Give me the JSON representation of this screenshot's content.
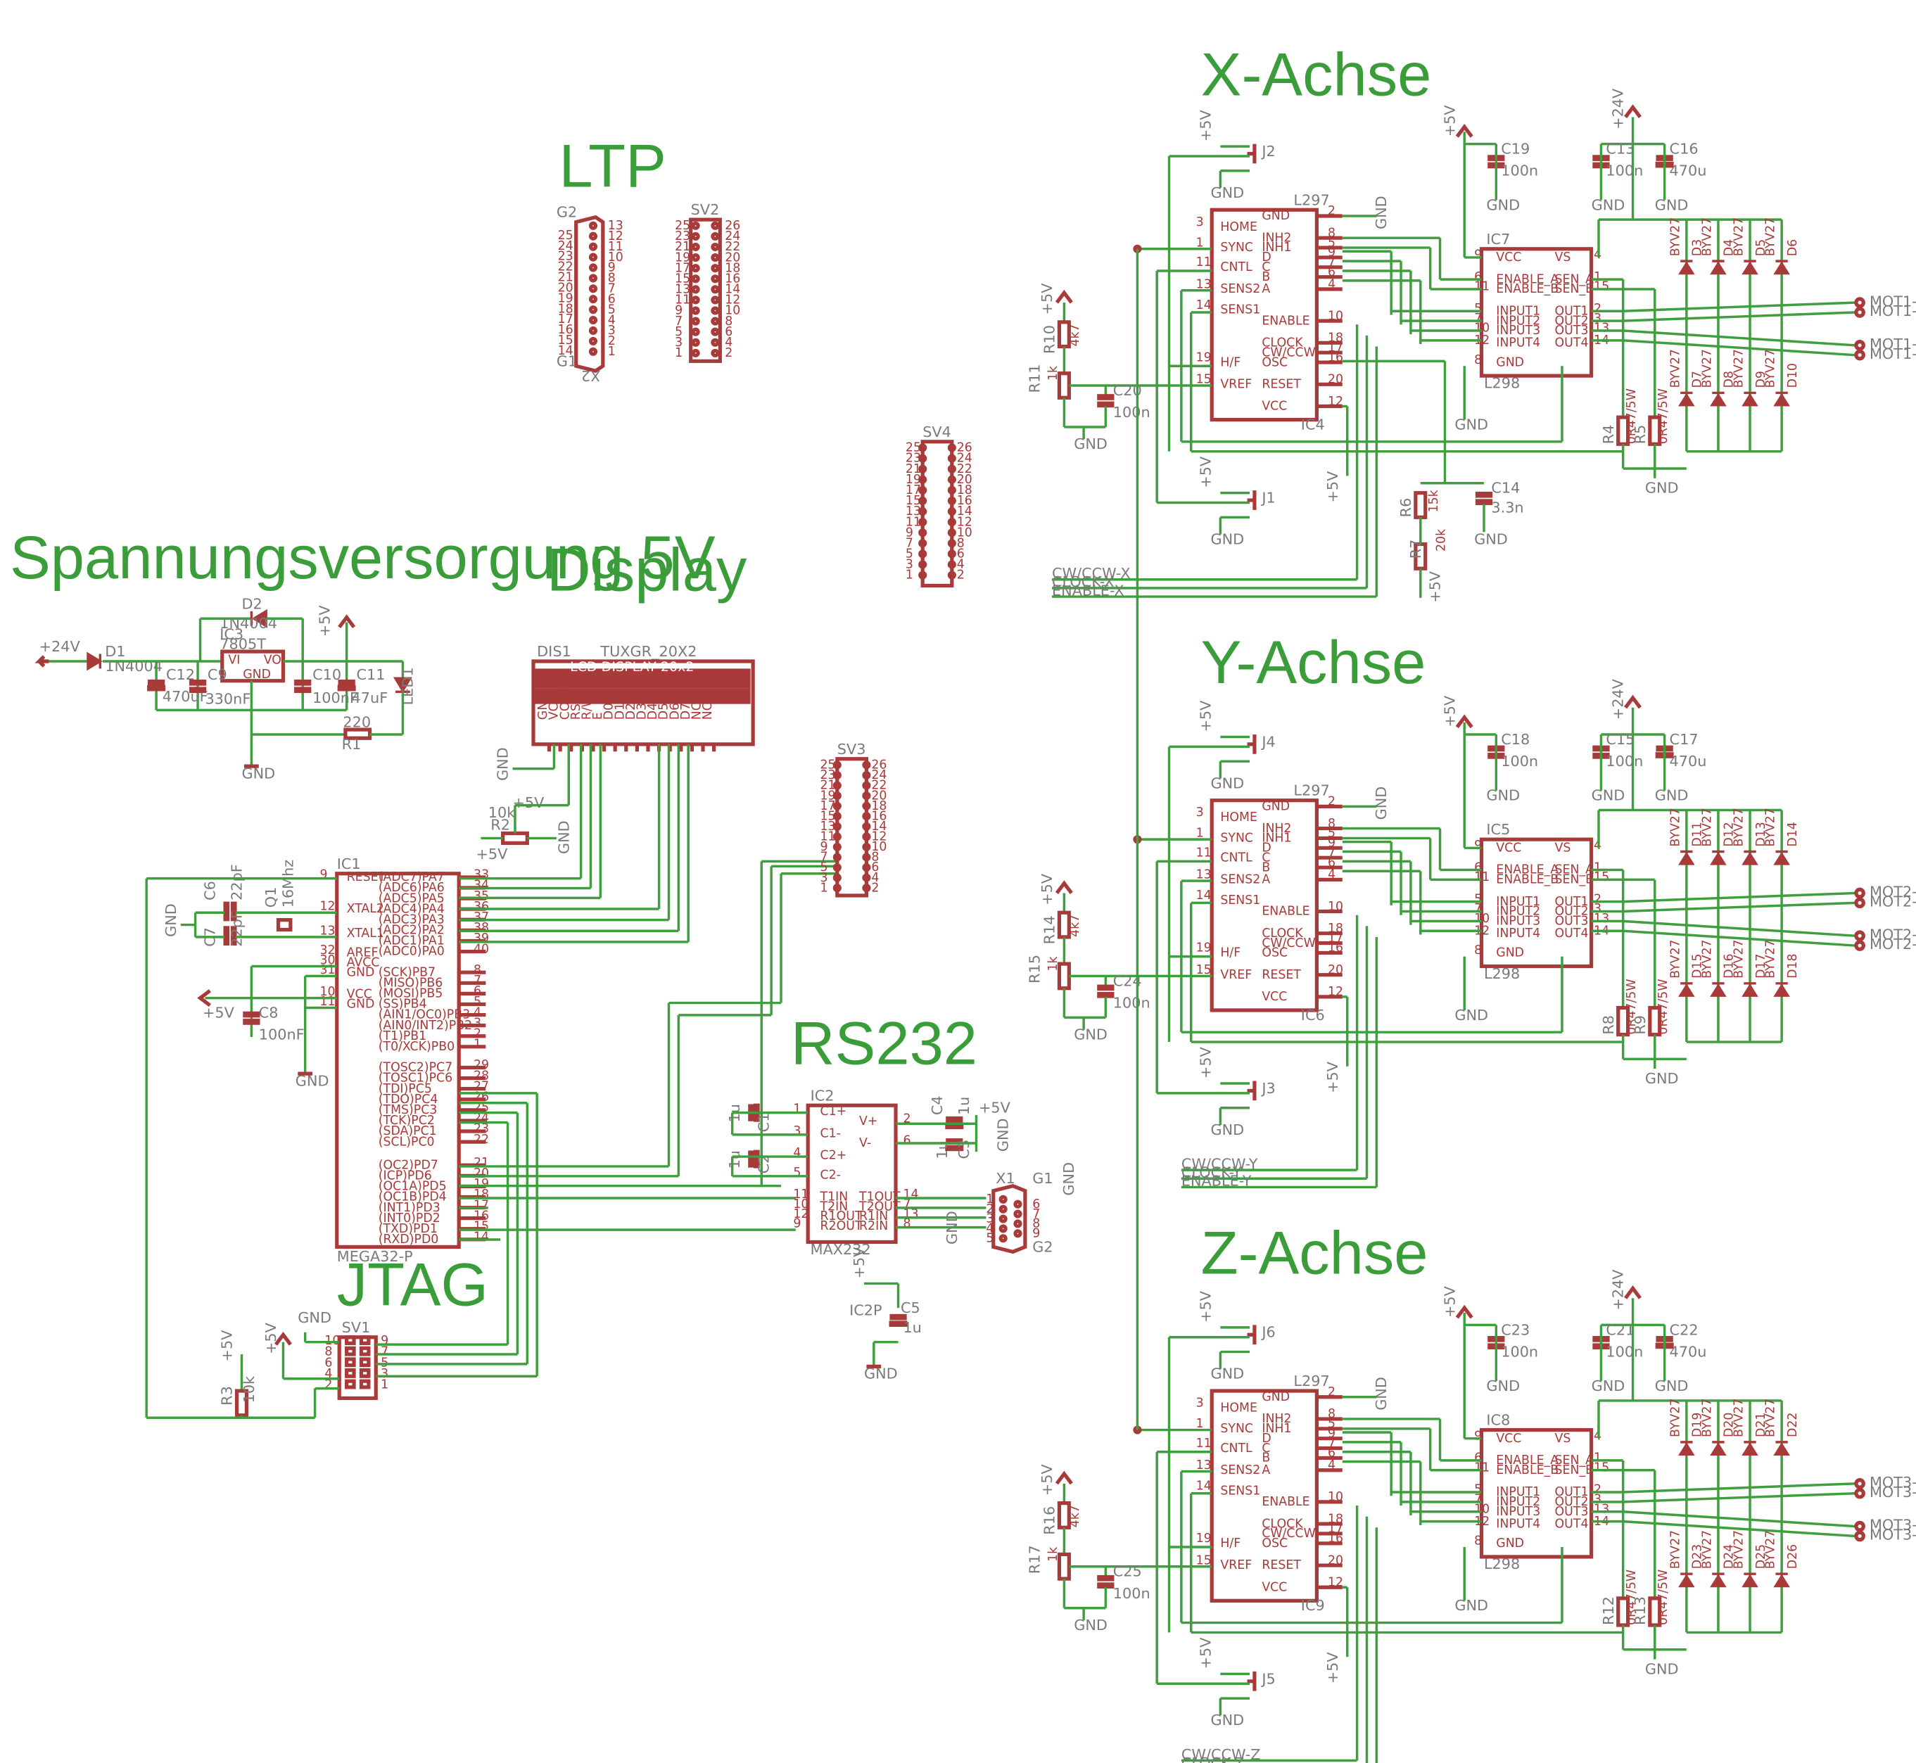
{
  "titles": {
    "ltp": "LTP",
    "power": "Spannungsversorgung 5V",
    "display": "Display",
    "rs232": "RS232",
    "jtag": "JTAG",
    "x_axis": "X-Achse",
    "y_axis": "Y-Achse",
    "z_axis": "Z-Achse"
  },
  "power": {
    "in": "+24V",
    "d1": "D1",
    "d1v": "1N4004",
    "d2": "D2",
    "d2v": "1N4004",
    "ic3": "IC3",
    "ic3v": "7805T",
    "vi": "VI",
    "vo": "VO",
    "gnd": "GND",
    "c12": "C12",
    "c12v": "470uF",
    "c9": "C9",
    "c9v": "330nF",
    "c10": "C10",
    "c10v": "100nF",
    "c11": "C11",
    "c11v": "47uF",
    "led": "LED1",
    "r1": "R1",
    "r1v": "220",
    "out": "+5V",
    "gndlbl": "GND"
  },
  "ltp": {
    "g2": "G2",
    "x2": "X2",
    "g1": "G1",
    "sv2": "SV2",
    "left_pins": [
      "25",
      "24",
      "23",
      "22",
      "21",
      "20",
      "19",
      "18",
      "17",
      "16",
      "15",
      "14"
    ],
    "right_pins": [
      "13",
      "12",
      "11",
      "10",
      "9",
      "8",
      "7",
      "6",
      "5",
      "4",
      "3",
      "2",
      "1"
    ],
    "sv_left": [
      "25",
      "23",
      "21",
      "19",
      "17",
      "15",
      "13",
      "11",
      "9",
      "7",
      "5",
      "3",
      "1"
    ],
    "sv_right": [
      "26",
      "24",
      "22",
      "20",
      "18",
      "16",
      "14",
      "12",
      "10",
      "8",
      "6",
      "4",
      "2"
    ]
  },
  "sv4": {
    "name": "SV4",
    "left": [
      "25",
      "23",
      "21",
      "19",
      "17",
      "15",
      "13",
      "11",
      "9",
      "7",
      "5",
      "3",
      "1"
    ],
    "right": [
      "26",
      "24",
      "22",
      "20",
      "18",
      "16",
      "14",
      "12",
      "10",
      "8",
      "6",
      "4",
      "2"
    ]
  },
  "display": {
    "dis": "DIS1",
    "type": "TUXGR_20X2",
    "lcd": "LCD DISPLAY 20x2",
    "pins": [
      "GND",
      "VCC",
      "CONTR",
      "RS",
      "R/W",
      "E",
      "D0",
      "D1",
      "D2",
      "D3",
      "D4",
      "D5",
      "D6",
      "D7",
      "NC",
      "NC"
    ],
    "r2": "R2",
    "r2v": "10k",
    "p5": "+5V",
    "gnd": "GND"
  },
  "mcu": {
    "name": "IC1",
    "type": "MEGA32-P",
    "left": [
      "RESET",
      "XTAL2",
      "XTAL1",
      "AREF",
      "AVCC",
      "GND",
      "VCC",
      "GND"
    ],
    "left_nums": [
      "9",
      "12",
      "13",
      "32",
      "30",
      "31",
      "10",
      "11"
    ],
    "right": [
      "(ADC7)PA7",
      "(ADC6)PA6",
      "(ADC5)PA5",
      "(ADC4)PA4",
      "(ADC3)PA3",
      "(ADC2)PA2",
      "(ADC1)PA1",
      "(ADC0)PA0",
      "(SCK)PB7",
      "(MISO)PB6",
      "(MOSI)PB5",
      "(SS)PB4",
      "(AIN1/OC0)PB3",
      "(AIN0/INT2)PB2",
      "(T1)PB1",
      "(T0/XCK)PB0",
      "(TOSC2)PC7",
      "(TOSC1)PC6",
      "(TDI)PC5",
      "(TDO)PC4",
      "(TMS)PC3",
      "(TCK)PC2",
      "(SDA)PC1",
      "(SCL)PC0",
      "(OC2)PD7",
      "(ICP)PD6",
      "(OC1A)PD5",
      "(OC1B)PD4",
      "(INT1)PD3",
      "(INT0)PD2",
      "(TXD)PD1",
      "(RXD)PD0"
    ],
    "right_nums": [
      "33",
      "34",
      "35",
      "36",
      "37",
      "38",
      "39",
      "40",
      "8",
      "7",
      "6",
      "5",
      "4",
      "3",
      "2",
      "1",
      "29",
      "28",
      "27",
      "26",
      "25",
      "24",
      "23",
      "22",
      "21",
      "20",
      "19",
      "18",
      "17",
      "16",
      "15",
      "14"
    ],
    "c6": "C6",
    "c6v": "22pF",
    "c7": "C7",
    "c7v": "22pF",
    "q1": "Q1",
    "q1v": "16Mhz",
    "c8": "C8",
    "c8v": "100nF",
    "gnd": "GND",
    "p5": "+5V"
  },
  "sv3": {
    "name": "SV3",
    "left": [
      "25",
      "23",
      "21",
      "19",
      "17",
      "15",
      "13",
      "11",
      "9",
      "7",
      "5",
      "3",
      "1"
    ],
    "right": [
      "26",
      "24",
      "22",
      "20",
      "18",
      "16",
      "14",
      "12",
      "10",
      "8",
      "6",
      "4",
      "2"
    ]
  },
  "rs232": {
    "ic": "IC2",
    "type": "MAX232",
    "left": [
      "C1+",
      "C1-",
      "C2+",
      "C2-",
      "T1IN",
      "T2IN",
      "R1OUT",
      "R2OUT"
    ],
    "left_nums": [
      "1",
      "3",
      "4",
      "5",
      "11",
      "10",
      "12",
      "9"
    ],
    "right": [
      "V+",
      "V-",
      "T1OUT",
      "T2OUT",
      "R1IN",
      "R2IN"
    ],
    "right_nums": [
      "2",
      "6",
      "14",
      "7",
      "13",
      "8"
    ],
    "c1": "C1",
    "c1v": "1u",
    "c2": "C2",
    "c2v": "1u",
    "c3": "C3",
    "c3v": "1u",
    "c4": "C4",
    "c4v": "1u",
    "c5": "C5",
    "c5v": "1u",
    "ic2p": "IC2P",
    "p5": "+5V",
    "gnd": "GND",
    "x1": "X1",
    "g1": "G1",
    "g2": "G2",
    "x1_left": [
      "1",
      "2",
      "3",
      "4",
      "5"
    ],
    "x1_right": [
      "6",
      "7",
      "8",
      "9"
    ]
  },
  "jtag": {
    "sv1": "SV1",
    "left": [
      "10",
      "8",
      "6",
      "4",
      "2"
    ],
    "right": [
      "9",
      "7",
      "5",
      "3",
      "1"
    ],
    "r3": "R3",
    "r3v": "10k",
    "p5": "+5V",
    "gnd": "GND"
  },
  "axes": [
    {
      "jtop": "J2",
      "jbot": "J1",
      "ic297": "IC4",
      "ic298": "IC7",
      "r_a": "R10",
      "r_av": "4k7",
      "r_b": "R11",
      "r_bv": "1k",
      "c_a": "C20",
      "c_av": "100n",
      "c_top1": "C19",
      "c_top1v": "100n",
      "c_top2": "C13",
      "c_top2v": "100n",
      "c_top3": "C16",
      "c_top3v": "470u",
      "r_s1": "R4",
      "r_s2": "R5",
      "r_sv": "0R47/5W",
      "diodes_top": [
        "D3",
        "D4",
        "D5",
        "D6"
      ],
      "diodes_bot": [
        "D7",
        "D8",
        "D9",
        "D10"
      ],
      "diode_type": "BYV27",
      "mot": [
        "MOT1-1",
        "MOT1-2",
        "MOT1-3",
        "MOT1-4"
      ],
      "signals": [
        "CW/CCW-X",
        "CLOCK-X",
        "ENABLE-X"
      ],
      "extra": {
        "r6": "R6",
        "r6v": "15k",
        "c14": "C14",
        "c14v": "3.3n",
        "r7": "R7",
        "r7v": "20k"
      }
    },
    {
      "jtop": "J4",
      "jbot": "J3",
      "ic297": "IC6",
      "ic298": "IC5",
      "r_a": "R14",
      "r_av": "4k7",
      "r_b": "R15",
      "r_bv": "1k",
      "c_a": "C24",
      "c_av": "100n",
      "c_top1": "C18",
      "c_top1v": "100n",
      "c_top2": "C15",
      "c_top2v": "100n",
      "c_top3": "C17",
      "c_top3v": "470u",
      "r_s1": "R8",
      "r_s2": "R9",
      "r_sv": "0R47/5W",
      "diodes_top": [
        "D11",
        "D12",
        "D13",
        "D14"
      ],
      "diodes_bot": [
        "D15",
        "D16",
        "D17",
        "D18"
      ],
      "diode_type": "BYV27",
      "mot": [
        "MOT2-1",
        "MOT2-2",
        "MOT2-3",
        "MOT2-4"
      ],
      "signals": [
        "CW/CCW-Y",
        "CLOCK-Y",
        "ENABLE-Y"
      ]
    },
    {
      "jtop": "J6",
      "jbot": "J5",
      "ic297": "IC9",
      "ic298": "IC8",
      "r_a": "R16",
      "r_av": "4k7",
      "r_b": "R17",
      "r_bv": "1k",
      "c_a": "C25",
      "c_av": "100n",
      "c_top1": "C23",
      "c_top1v": "100n",
      "c_top2": "C21",
      "c_top2v": "100n",
      "c_top3": "C22",
      "c_top3v": "470u",
      "r_s1": "R12",
      "r_s2": "R13",
      "r_sv": "0R47/5W",
      "diodes_top": [
        "D19",
        "D20",
        "D21",
        "D22"
      ],
      "diodes_bot": [
        "D23",
        "D24",
        "D25",
        "D26"
      ],
      "diode_type": "BYV27",
      "mot": [
        "MOT3-1",
        "MOT3-2",
        "MOT3-3",
        "MOT3-4"
      ],
      "signals": [
        "CW/CCW-Z",
        "CLOCK-Z",
        "ENABLE-Z"
      ]
    }
  ],
  "l297": {
    "type": "L297",
    "left": [
      "HOME",
      "SYNC",
      "CNTL",
      "SENS2",
      "SENS1",
      "H/F",
      "VREF"
    ],
    "left_nums": [
      "3",
      "1",
      "11",
      "13",
      "14",
      "19",
      "15"
    ],
    "right": [
      "GND",
      "INH2",
      "INH1",
      "D",
      "C",
      "B",
      "A",
      "ENABLE",
      "CLOCK",
      "CW/CCW",
      "OSC",
      "RESET",
      "VCC"
    ],
    "right_nums": [
      "2",
      "8",
      "5",
      "9",
      "7",
      "6",
      "4",
      "10",
      "18",
      "17",
      "16",
      "20",
      "12"
    ]
  },
  "l298": {
    "type": "L298",
    "left": [
      "VCC",
      "ENABLE_A",
      "ENABLE_B",
      "INPUT1",
      "INPUT2",
      "INPUT3",
      "INPUT4",
      "GND"
    ],
    "left_nums": [
      "9",
      "6",
      "11",
      "5",
      "7",
      "10",
      "12",
      "8"
    ],
    "right": [
      "VS",
      "SEN_A",
      "SEN_B",
      "OUT1",
      "OUT2",
      "OUT3",
      "OUT4"
    ],
    "right_nums": [
      "4",
      "1",
      "15",
      "2",
      "3",
      "13",
      "14"
    ]
  },
  "common": {
    "gnd": "GND",
    "p5": "+5V",
    "p24": "+24V"
  }
}
